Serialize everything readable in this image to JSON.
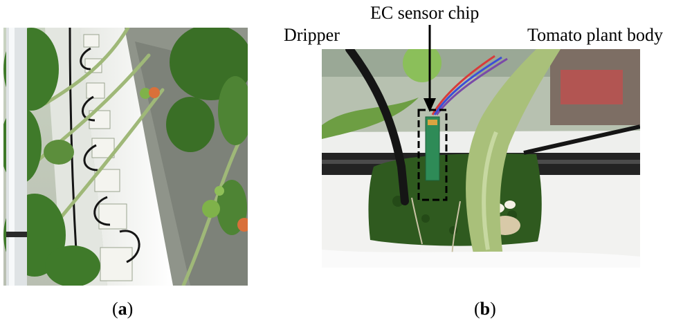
{
  "panels": [
    {
      "id": "a",
      "caption_open": "(",
      "caption_letter": "a",
      "caption_close": ")"
    },
    {
      "id": "b",
      "caption_open": "(",
      "caption_letter": "b",
      "caption_close": ")"
    }
  ],
  "annotations": {
    "sensor": "EC sensor chip",
    "dripper": "Dripper",
    "plant": "Tomato plant body"
  },
  "colors": {
    "foliage": "#3f7a2a",
    "tomato_green": "#7fb24a",
    "tomato_ripe": "#d9703a",
    "stem": "#a9c07a",
    "moss": "#2f5a1f",
    "slab": "#f2f2f0",
    "pcb": "#2e8b57",
    "tube": "#151515"
  }
}
